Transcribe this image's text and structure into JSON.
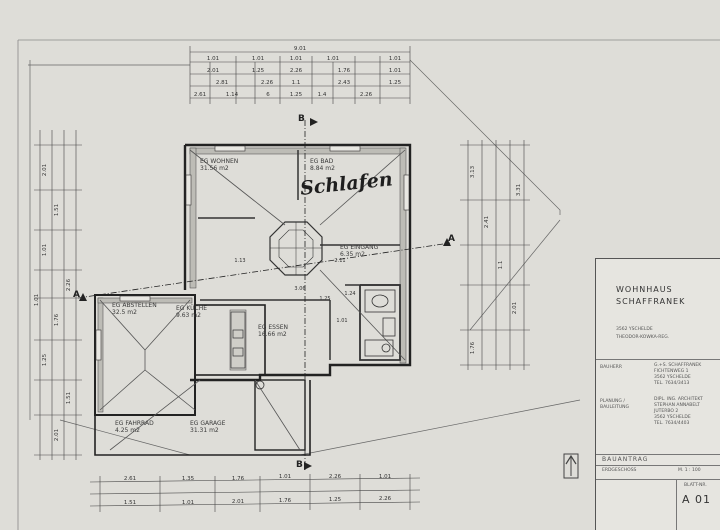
{
  "rooms": {
    "wohnen": "EG WOHNEN",
    "wohnen_area": "31.56 m2",
    "bad": "EG BAD",
    "bad_area": "8.84 m2",
    "eingang": "EG EINGANG",
    "eingang_area": "6.35 m2",
    "abstellen": "EG ABSTELLEN",
    "abstellen_area": "32.5 m2",
    "kueche": "EG KÜCHE",
    "kueche_area": "9.63 m2",
    "essen": "EG ESSEN",
    "essen_area": "16.66 m2",
    "fahrrad": "EG FAHRRAD",
    "fahrrad_area": "4.25 m2",
    "garage": "EG GARAGE",
    "garage_area": "31.31 m2"
  },
  "handwritten_note": "Schlafen",
  "section_marks": {
    "a": "A",
    "b": "B"
  },
  "title_block": {
    "title_line1": "WOHNHAUS",
    "title_line2": "SCHAFFRANEK",
    "address1": "3562 YSCHELDE",
    "address2": "THEODOR-KOWKA-REG.",
    "bauherr_label": "BAUHERR",
    "bauherr": "G.+S. SCHAFFRANEK",
    "bauherr_street": "FICHTENWEG 1",
    "bauherr_city": "3562 YSCHELDE",
    "bauherr_tel": "TEL. 7634/3413",
    "planung_label": "PLANUNG / BAULEITUNG",
    "planung": "DIPL. ING. ARCHITEKT",
    "planung_name": "STEPHAN ANNABELT",
    "planung_street": "JUTERBO 2",
    "planung_city": "3562 YSCHELDE",
    "planung_tel": "TEL. 7634/4403",
    "bauantrag": "BAUANTRAG",
    "erdgeschoss": "ERDGESCHOSS",
    "scale": "M. 1 : 100",
    "blatt_label": "BLATT-NR.",
    "blatt": "A 01"
  },
  "dimensions": {
    "top_total": "9.01",
    "top_row1": [
      "1.01",
      "1.01",
      "1.01",
      "1.01",
      "1.01"
    ],
    "top_row2": [
      "2.01",
      "1.25",
      "2.26",
      "1.76",
      "1.01"
    ],
    "top_row3": [
      "2.81",
      "2.26",
      "1.1",
      "2.43",
      "1.25"
    ],
    "top_row4": [
      "2.61",
      "1.14",
      "6",
      "1.25",
      "1.4",
      "2.26"
    ],
    "right_row": [
      "3.13",
      "2.41",
      "1.1",
      "2.01",
      "1.76",
      "3.31"
    ],
    "left_row": [
      "2.01",
      "1.51",
      "1.01",
      "2.26",
      "1.76",
      "1.25",
      "1.51",
      "2.01",
      "1.01"
    ],
    "bottom_row1": [
      "2.61",
      "1.35",
      "1.76",
      "1.01",
      "2.26",
      "1.01"
    ],
    "bottom_row2": [
      "1.51",
      "1.01",
      "2.01",
      "1.76",
      "1.25",
      "2.26"
    ],
    "interior": [
      "1.13",
      "3.06",
      "2.11",
      "1.25",
      "1.24",
      "1.01"
    ]
  }
}
